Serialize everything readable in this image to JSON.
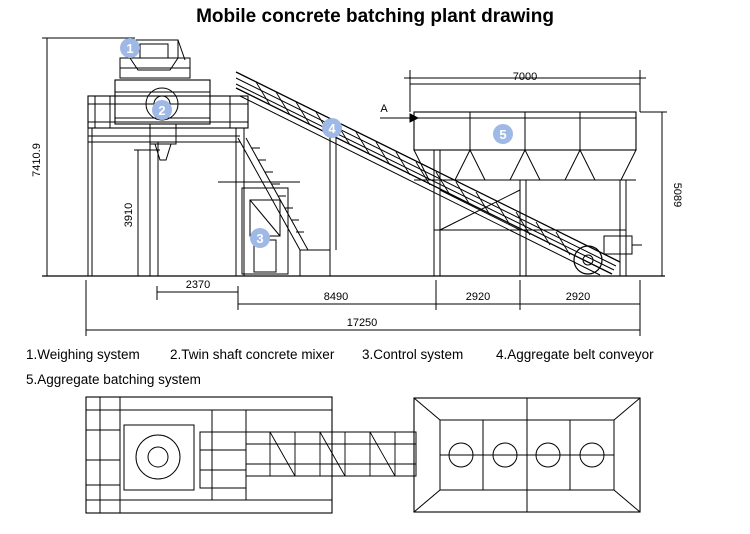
{
  "title": "Mobile concrete batching plant drawing",
  "legend": [
    "1.Weighing system",
    "2.Twin shaft concrete mixer",
    "3.Control system",
    "4.Aggregate belt conveyor",
    "5.Aggregate batching system"
  ],
  "badges": [
    "1",
    "2",
    "3",
    "4",
    "5"
  ],
  "dimensions": {
    "total_height": "7410.9",
    "mixer_height": "3910",
    "bin_height": "5089",
    "bin_width": "7000",
    "seg1": "2370",
    "seg2": "8490",
    "seg3": "2920",
    "seg4": "2920",
    "total_length": "17250",
    "view_marker": "A"
  },
  "colors": {
    "badge": "#9fb9e6",
    "line": "#000000"
  }
}
